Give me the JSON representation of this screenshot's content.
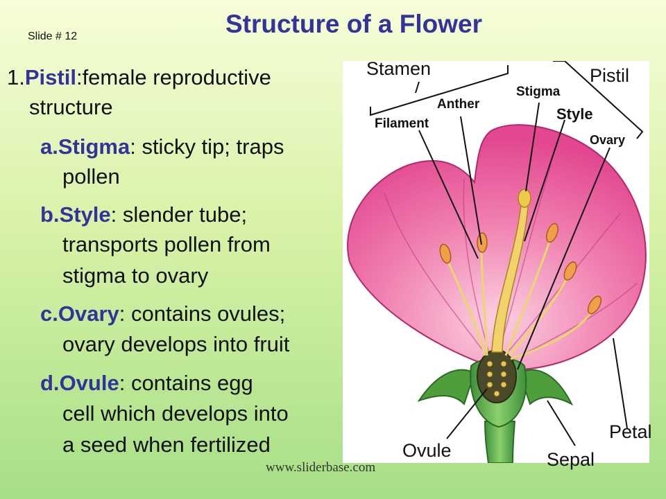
{
  "slide": {
    "number": "Slide # 12",
    "title": "Structure of a Flower",
    "watermark": "www.sliderbase.com"
  },
  "content": {
    "heading_num": "1.",
    "heading_term": "Pistil",
    "heading_rest_1": ":female reproductive",
    "heading_rest_2": "structure",
    "items": [
      {
        "prefix": "a.",
        "term": "Stigma",
        "text_1": ": sticky tip; traps",
        "text_2": "pollen",
        "text_3": ""
      },
      {
        "prefix": "b.",
        "term": "Style",
        "text_1": ": slender tube;",
        "text_2": "transports pollen from",
        "text_3": "stigma to ovary"
      },
      {
        "prefix": "c.",
        "term": "Ovary",
        "text_1": ": contains ovules;",
        "text_2": "ovary develops into fruit",
        "text_3": ""
      },
      {
        "prefix": "d.",
        "term": "Ovule",
        "text_1": ":  contains egg",
        "text_2": "cell which develops into",
        "text_3": "a seed when fertilized"
      }
    ]
  },
  "diagram": {
    "labels": {
      "stamen": "Stamen",
      "pistil": "Pistil",
      "anther": "Anther",
      "stigma": "Stigma",
      "style": "Style",
      "filament": "Filament",
      "ovary": "Ovary",
      "petal": "Petal",
      "ovule": "Ovule",
      "sepal": "Sepal"
    }
  }
}
